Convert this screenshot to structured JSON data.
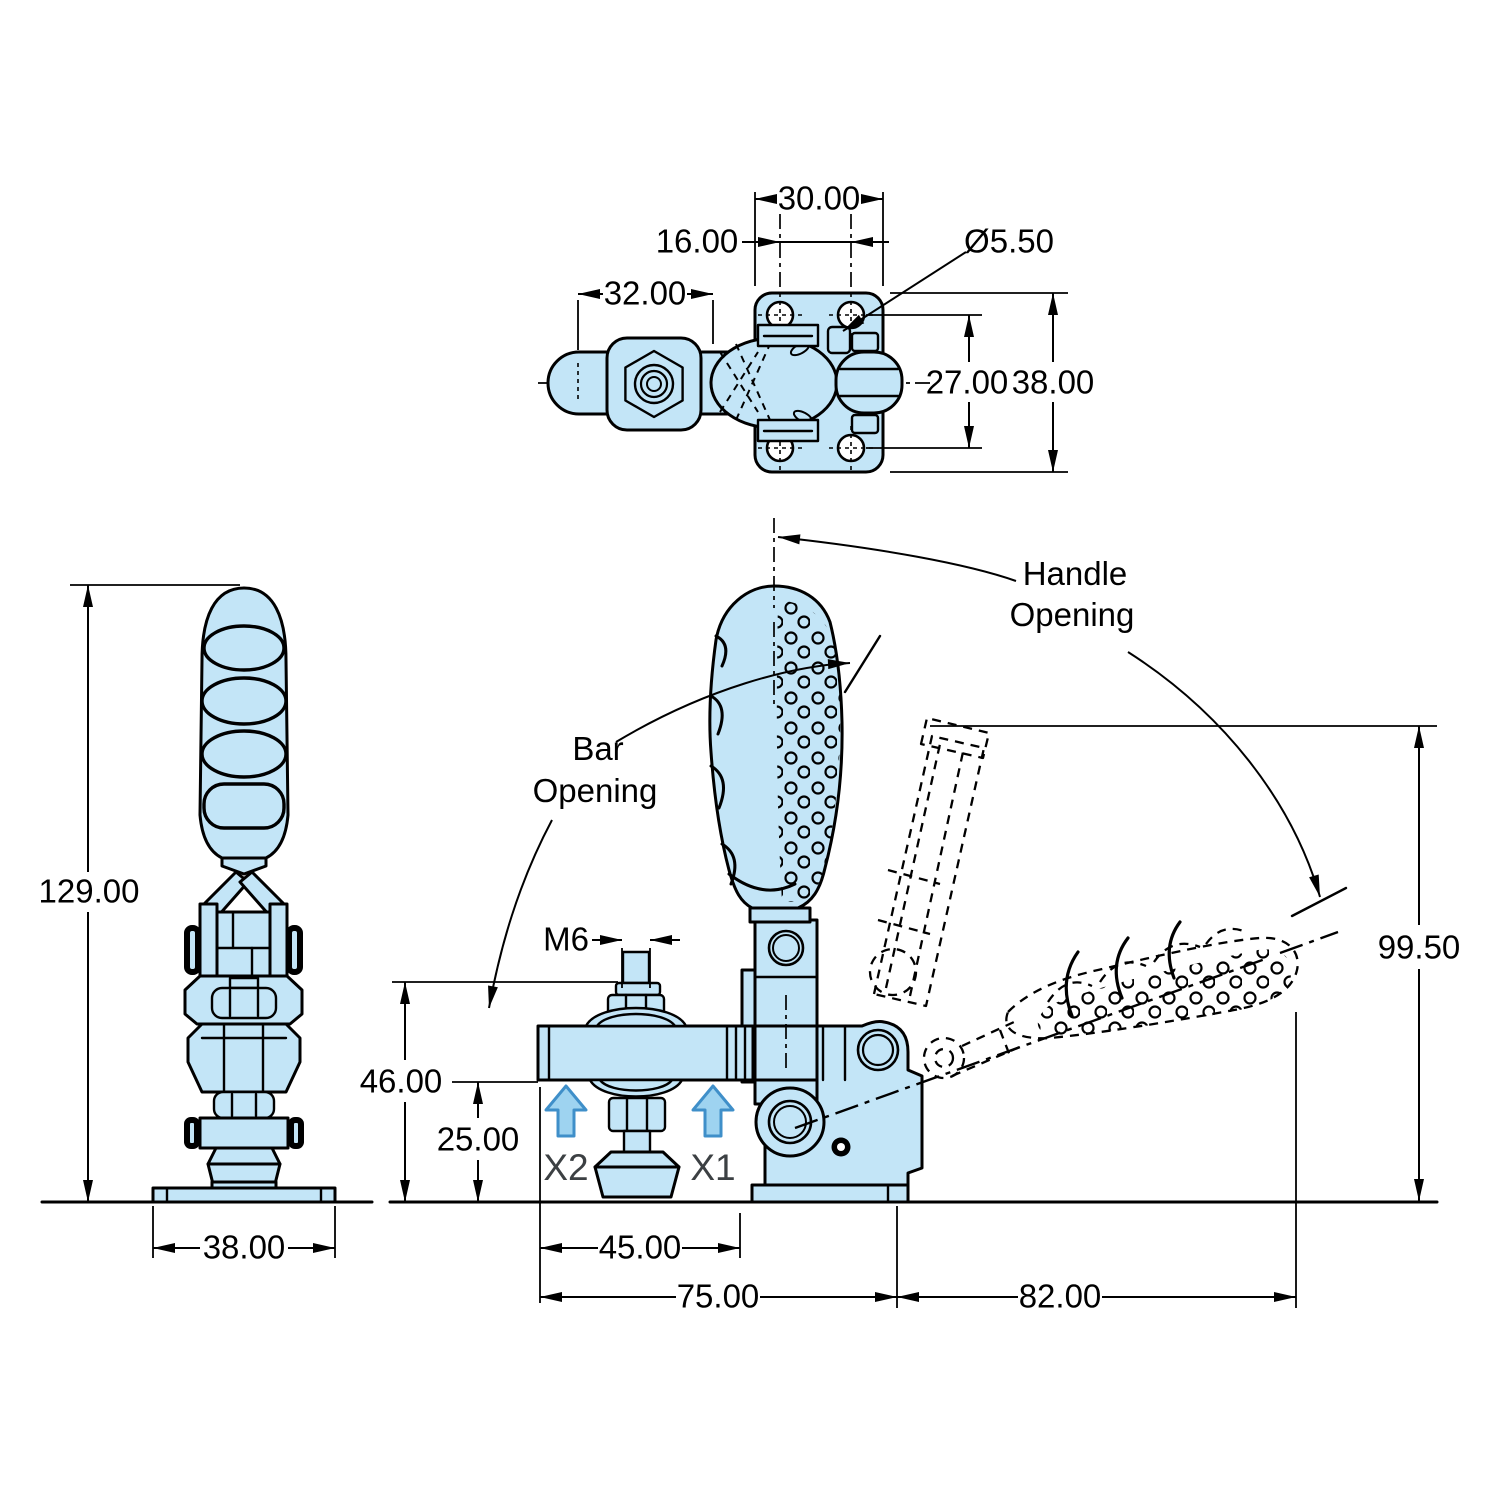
{
  "colors": {
    "part_fill": "#c3e5f7",
    "line": "#000000",
    "arrow_fill": "#9ed3f0",
    "arrow_stroke": "#3f8fc9",
    "label_gray": "#3c4043"
  },
  "top_view": {
    "plate_width": "30.00",
    "hole_pitch_h": "16.00",
    "arm_length": "32.00",
    "hole_diameter": "Ø5.50",
    "hole_pitch_v": "27.00",
    "plate_height": "38.00"
  },
  "side_view": {
    "overall_height": "129.00",
    "flange_width": "38.00"
  },
  "front_view": {
    "spindle_thread": "M6",
    "bar_height": "46.00",
    "clamp_point_height": "25.00",
    "bar_length": "45.00",
    "base_length": "75.00",
    "handle_reach": "82.00",
    "open_height": "99.50",
    "point_1": "X1",
    "point_2": "X2",
    "bar_opening_l1": "Bar",
    "bar_opening_l2": "Opening",
    "handle_opening_l1": "Handle",
    "handle_opening_l2": "Opening"
  }
}
